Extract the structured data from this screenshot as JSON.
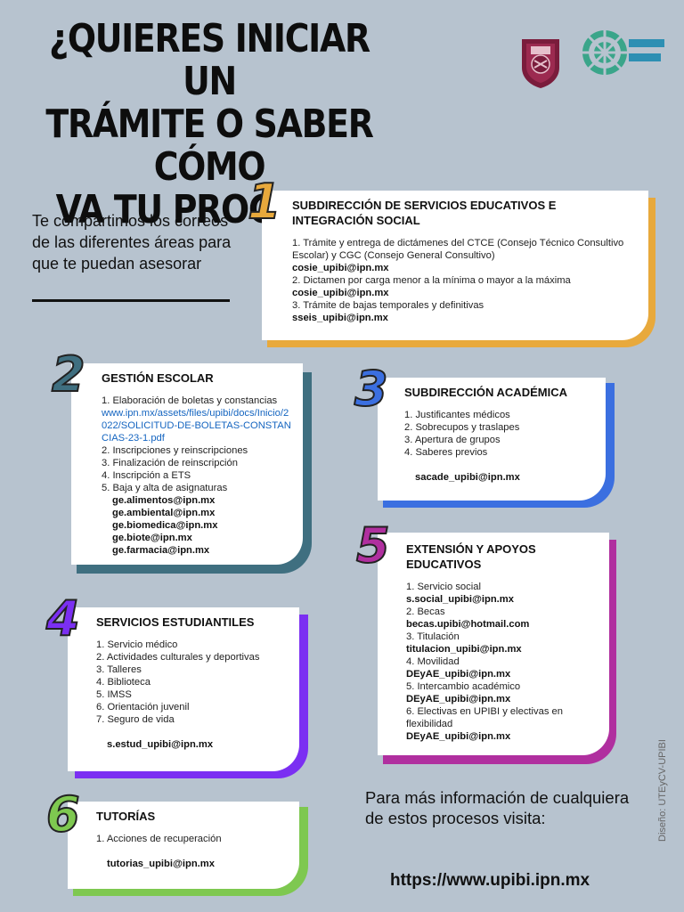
{
  "title_lines": [
    "¿QUIERES INICIAR UN",
    "TRÁMITE O SABER CÓMO",
    "VA TU PROCESO?"
  ],
  "intro": "Te compartimos los correos de las diferentes áreas para que te puedan asesorar",
  "colors": {
    "background": "#b7c3cf",
    "card1": "#e8a93c",
    "card2": "#3f6f80",
    "card3": "#3b6fe0",
    "card4": "#7b2ff2",
    "card5": "#b02f9f",
    "card6": "#7ec850"
  },
  "cards": {
    "c1": {
      "number": "1",
      "title": "SUBDIRECCIÓN DE SERVICIOS EDUCATIVOS E INTEGRACIÓN SOCIAL",
      "lines": [
        {
          "t": "1. Trámite y entrega de dictámenes del CTCE (Consejo Técnico Consultivo Escolar) y CGC (Consejo General Consultivo)",
          "k": "item"
        },
        {
          "t": "cosie_upibi@ipn.mx",
          "k": "mail"
        },
        {
          "t": "2. Dictamen por carga menor a la mínima o mayor a la máxima",
          "k": "item"
        },
        {
          "t": "cosie_upibi@ipn.mx",
          "k": "mail"
        },
        {
          "t": "3. Trámite de bajas temporales y definitivas",
          "k": "item"
        },
        {
          "t": "sseis_upibi@ipn.mx",
          "k": "mail"
        }
      ]
    },
    "c2": {
      "number": "2",
      "title": "GESTIÓN ESCOLAR",
      "lines": [
        {
          "t": "1. Elaboración de boletas y constancias",
          "k": "item"
        },
        {
          "t": "www.ipn.mx/assets/files/upibi/docs/Inicio/2022/SOLICITUD-DE-BOLETAS-CONSTANCIAS-23-1.pdf",
          "k": "link"
        },
        {
          "t": "2. Inscripciones y reinscripciones",
          "k": "item"
        },
        {
          "t": "3. Finalización de reinscripción",
          "k": "item"
        },
        {
          "t": "4. Inscripción a ETS",
          "k": "item"
        },
        {
          "t": "5. Baja y alta de asignaturas",
          "k": "item"
        },
        {
          "t": "ge.alimentos@ipn.mx",
          "k": "mail indent"
        },
        {
          "t": "ge.ambiental@ipn.mx",
          "k": "mail indent"
        },
        {
          "t": "ge.biomedica@ipn.mx",
          "k": "mail indent"
        },
        {
          "t": "ge.biote@ipn.mx",
          "k": "mail indent"
        },
        {
          "t": "ge.farmacia@ipn.mx",
          "k": "mail indent"
        }
      ]
    },
    "c3": {
      "number": "3",
      "title": "SUBDIRECCIÓN ACADÉMICA",
      "lines": [
        {
          "t": "1. Justificantes médicos",
          "k": "item"
        },
        {
          "t": "2. Sobrecupos y traslapes",
          "k": "item"
        },
        {
          "t": "3. Apertura de grupos",
          "k": "item"
        },
        {
          "t": "4. Saberes previos",
          "k": "item"
        },
        {
          "t": "sacade_upibi@ipn.mx",
          "k": "mail indent gap"
        }
      ]
    },
    "c4": {
      "number": "4",
      "title": "SERVICIOS ESTUDIANTILES",
      "lines": [
        {
          "t": "1. Servicio médico",
          "k": "item"
        },
        {
          "t": "2. Actividades culturales y deportivas",
          "k": "item"
        },
        {
          "t": "3. Talleres",
          "k": "item"
        },
        {
          "t": "4. Biblioteca",
          "k": "item"
        },
        {
          "t": "5. IMSS",
          "k": "item"
        },
        {
          "t": "6. Orientación juvenil",
          "k": "item"
        },
        {
          "t": "7. Seguro de vida",
          "k": "item"
        },
        {
          "t": "s.estud_upibi@ipn.mx",
          "k": "mail indent gap"
        }
      ]
    },
    "c5": {
      "number": "5",
      "title": "EXTENSIÓN Y APOYOS EDUCATIVOS",
      "lines": [
        {
          "t": "1. Servicio social",
          "k": "item"
        },
        {
          "t": "s.social_upibi@ipn.mx",
          "k": "mail"
        },
        {
          "t": "2. Becas",
          "k": "item"
        },
        {
          "t": "becas.upibi@hotmail.com",
          "k": "mail"
        },
        {
          "t": "3. Titulación",
          "k": "item"
        },
        {
          "t": "titulacion_upibi@ipn.mx",
          "k": "mail"
        },
        {
          "t": "4. Movilidad",
          "k": "item"
        },
        {
          "t": "DEyAE_upibi@ipn.mx",
          "k": "mail"
        },
        {
          "t": "5. Intercambio académico",
          "k": "item"
        },
        {
          "t": "DEyAE_upibi@ipn.mx",
          "k": "mail"
        },
        {
          "t": "6. Electivas en UPIBI y electivas en flexibilidad",
          "k": "item"
        },
        {
          "t": "DEyAE_upibi@ipn.mx",
          "k": "mail"
        }
      ]
    },
    "c6": {
      "number": "6",
      "title": "TUTORÍAS",
      "lines": [
        {
          "t": "1. Acciones de recuperación",
          "k": "item"
        },
        {
          "t": "tutorias_upibi@ipn.mx",
          "k": "mail indent gap"
        }
      ]
    }
  },
  "footer": {
    "text": "Para más información de cualquiera de estos procesos visita:",
    "url": "https://www.upibi.ipn.mx"
  },
  "credit": "Diseño: UTEyCV-UPIBI",
  "logos": {
    "ipn": "ipn-shield-logo",
    "upibi": "upibi-logo"
  }
}
